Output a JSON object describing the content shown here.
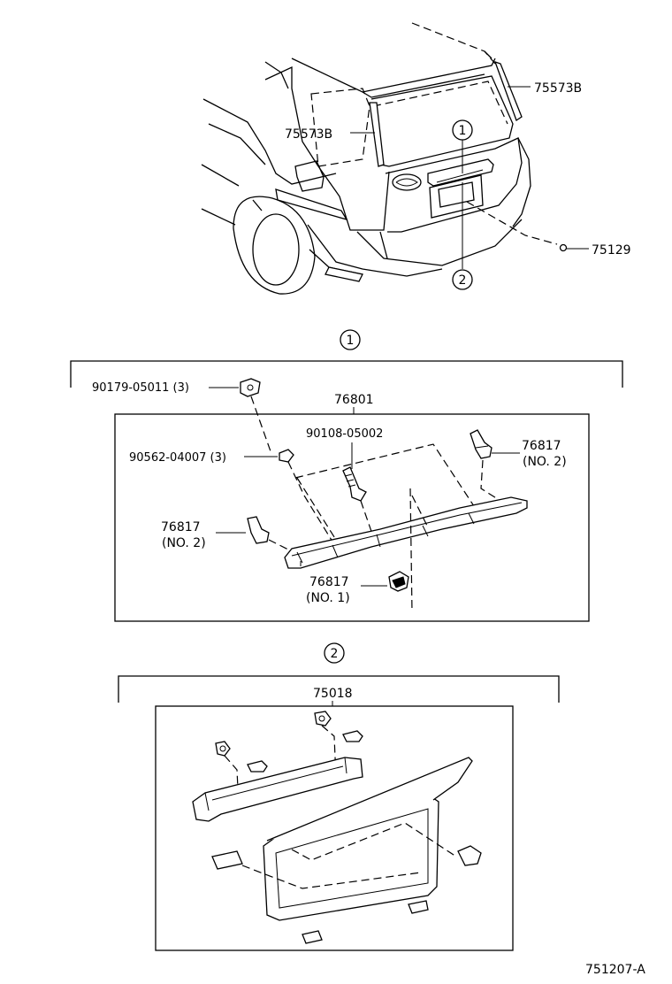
{
  "labels": {
    "top_right_part": "75573B",
    "top_left_part": "75573B",
    "clip_part": "75129",
    "callout_1": "1",
    "callout_2": "2",
    "section1_marker": "1",
    "assembly_76801": "76801",
    "nut_90179": "90179-05011 (3)",
    "washer_90562": "90562-04007 (3)",
    "screw_90108": "90108-05002",
    "clip_76817_right": "76817",
    "clip_76817_right_sub": "(NO. 2)",
    "clip_76817_left": "76817",
    "clip_76817_left_sub": "(NO. 2)",
    "clip_76817_bottom": "76817",
    "clip_76817_bottom_sub": "(NO. 1)",
    "section2_marker": "2",
    "assembly_75018": "75018",
    "figure_code": "751207-A"
  }
}
